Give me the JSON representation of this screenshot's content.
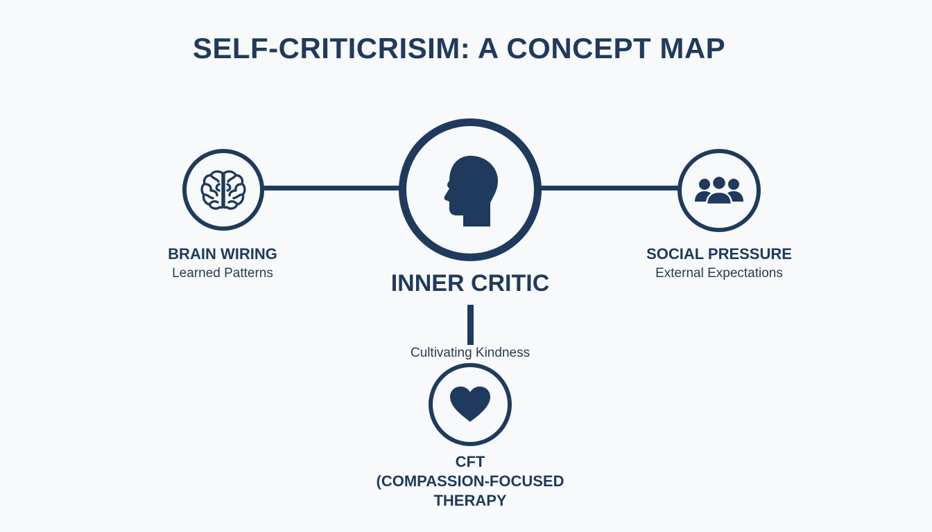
{
  "title": "SELF-CRITICRISIM: A CONCEPT MAP",
  "colors": {
    "primary": "#1f3a5c",
    "background": "#f8f9fa"
  },
  "nodes": {
    "brain": {
      "icon": "brain-icon",
      "title": "BRAIN WIRING",
      "subtitle": "Learned Patterns"
    },
    "center": {
      "icon": "head-profile-icon",
      "title": "INNER CRITIC"
    },
    "social": {
      "icon": "people-group-icon",
      "title": "SOCIAL PRESSURE",
      "subtitle": "External Expectations"
    },
    "cft": {
      "icon": "heart-icon",
      "edge_label": "Cultivating Kindness",
      "title_line1": "CFT",
      "title_line2": "(COMPASSION-FOCUSED",
      "title_line3": "THERAPY"
    }
  }
}
